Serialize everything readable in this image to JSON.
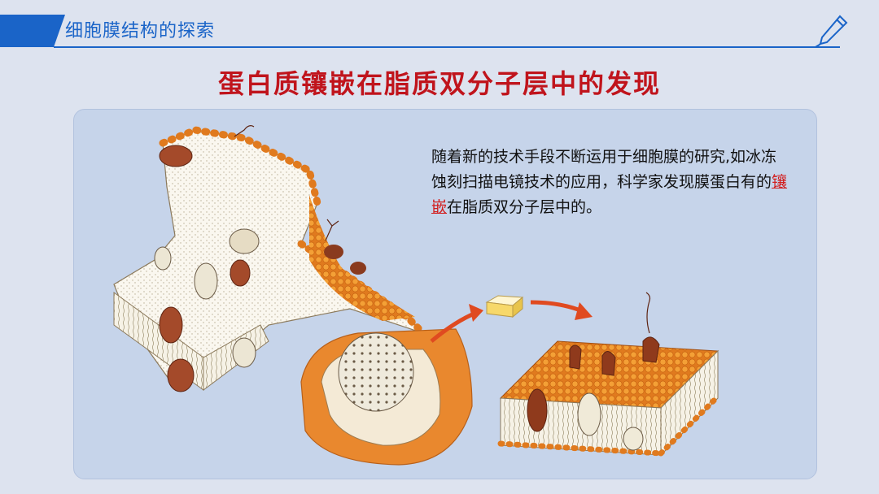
{
  "header": {
    "title": "细胞膜结构的探索"
  },
  "main": {
    "title": "蛋白质镶嵌在脂质双分子层中的发现",
    "body_before": "随着新的技术手段不断运用于细胞膜的研究,如冰冻蚀刻扫描电镜技术的应用，科学家发现膜蛋白有的",
    "body_keyword": "镶嵌",
    "body_after": "在脂质双分子层中的。"
  },
  "icons": [
    "pen-icon",
    "arrow-icon"
  ],
  "colors": {
    "accent": "#1a64c8",
    "title": "#c0141c",
    "keyword": "#d21d1d",
    "panel": "#c6d4ea"
  }
}
